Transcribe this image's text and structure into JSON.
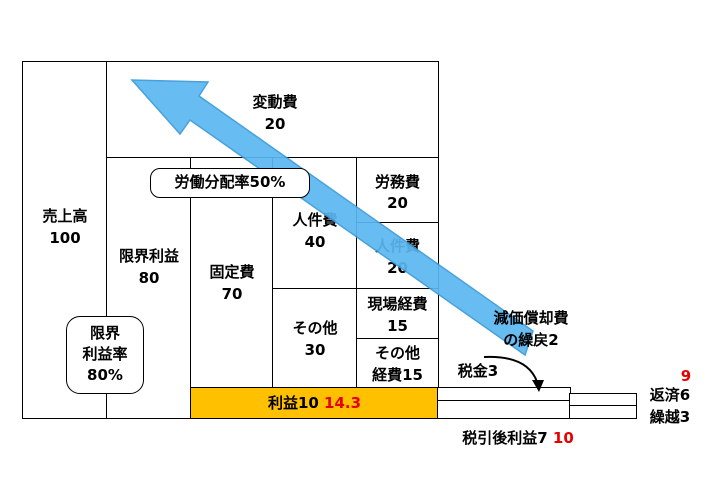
{
  "sales": {
    "label": "売上高",
    "value": "100"
  },
  "variable_cost": {
    "label": "変動費",
    "value": "20"
  },
  "marginal_profit": {
    "label": "限界利益",
    "value": "80"
  },
  "marginal_profit_rate": {
    "line1": "限界",
    "line2": "利益率",
    "value": "80%"
  },
  "labor_share": {
    "label": "労働分配率50%"
  },
  "fixed_cost": {
    "label": "固定費",
    "value": "70"
  },
  "personnel_cost": {
    "label": "人件費",
    "value": "40"
  },
  "labor_service_cost": {
    "label": "労務費",
    "value": "20"
  },
  "personnel_cost_sub": {
    "label": "人件費",
    "value": "20"
  },
  "other": {
    "label": "その他",
    "value": "30"
  },
  "site_expense": {
    "label": "現場経費",
    "value": "15"
  },
  "other_expense": {
    "line1": "その他",
    "line2": "経費15"
  },
  "profit": {
    "label": "利益10",
    "alt": "14.3"
  },
  "depreciation": {
    "line1": "減価償却費",
    "line2": "の繰戻2"
  },
  "tax": {
    "label": "税金3"
  },
  "after_tax_profit": {
    "label": "税引後利益7",
    "alt": "10"
  },
  "repayment": {
    "label": "返済6",
    "alt": "9"
  },
  "carry_forward": {
    "label": "繰越3"
  },
  "colors": {
    "arrow": "#5bb8f0",
    "profit_fill": "#ffc000",
    "highlight": "#e60000"
  }
}
